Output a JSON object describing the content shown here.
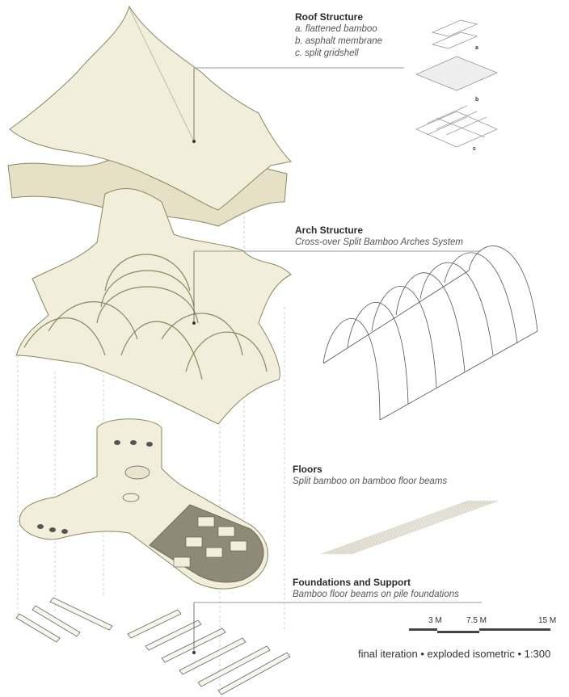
{
  "roof": {
    "title": "Roof Structure",
    "items": [
      "a. flattened bamboo",
      "b. asphalt membrane",
      "c. split gridshell"
    ],
    "detail_tags": [
      "a",
      "b",
      "c"
    ]
  },
  "arch": {
    "title": "Arch Structure",
    "subtitle": "Cross-over Split Bamboo Arches System"
  },
  "floors": {
    "title": "Floors",
    "subtitle": "Split bamboo on bamboo floor beams"
  },
  "foundations": {
    "title": "Foundations and Support",
    "subtitle": "Bamboo floor beams on pile foundations"
  },
  "scale_bar": {
    "labels": [
      "3 M",
      "7.5 M",
      "15 M"
    ]
  },
  "caption": "final iteration • exploded isometric • 1:300",
  "colors": {
    "fill": "#f2eedc",
    "stroke": "#8c865e",
    "dark": "#444444"
  }
}
